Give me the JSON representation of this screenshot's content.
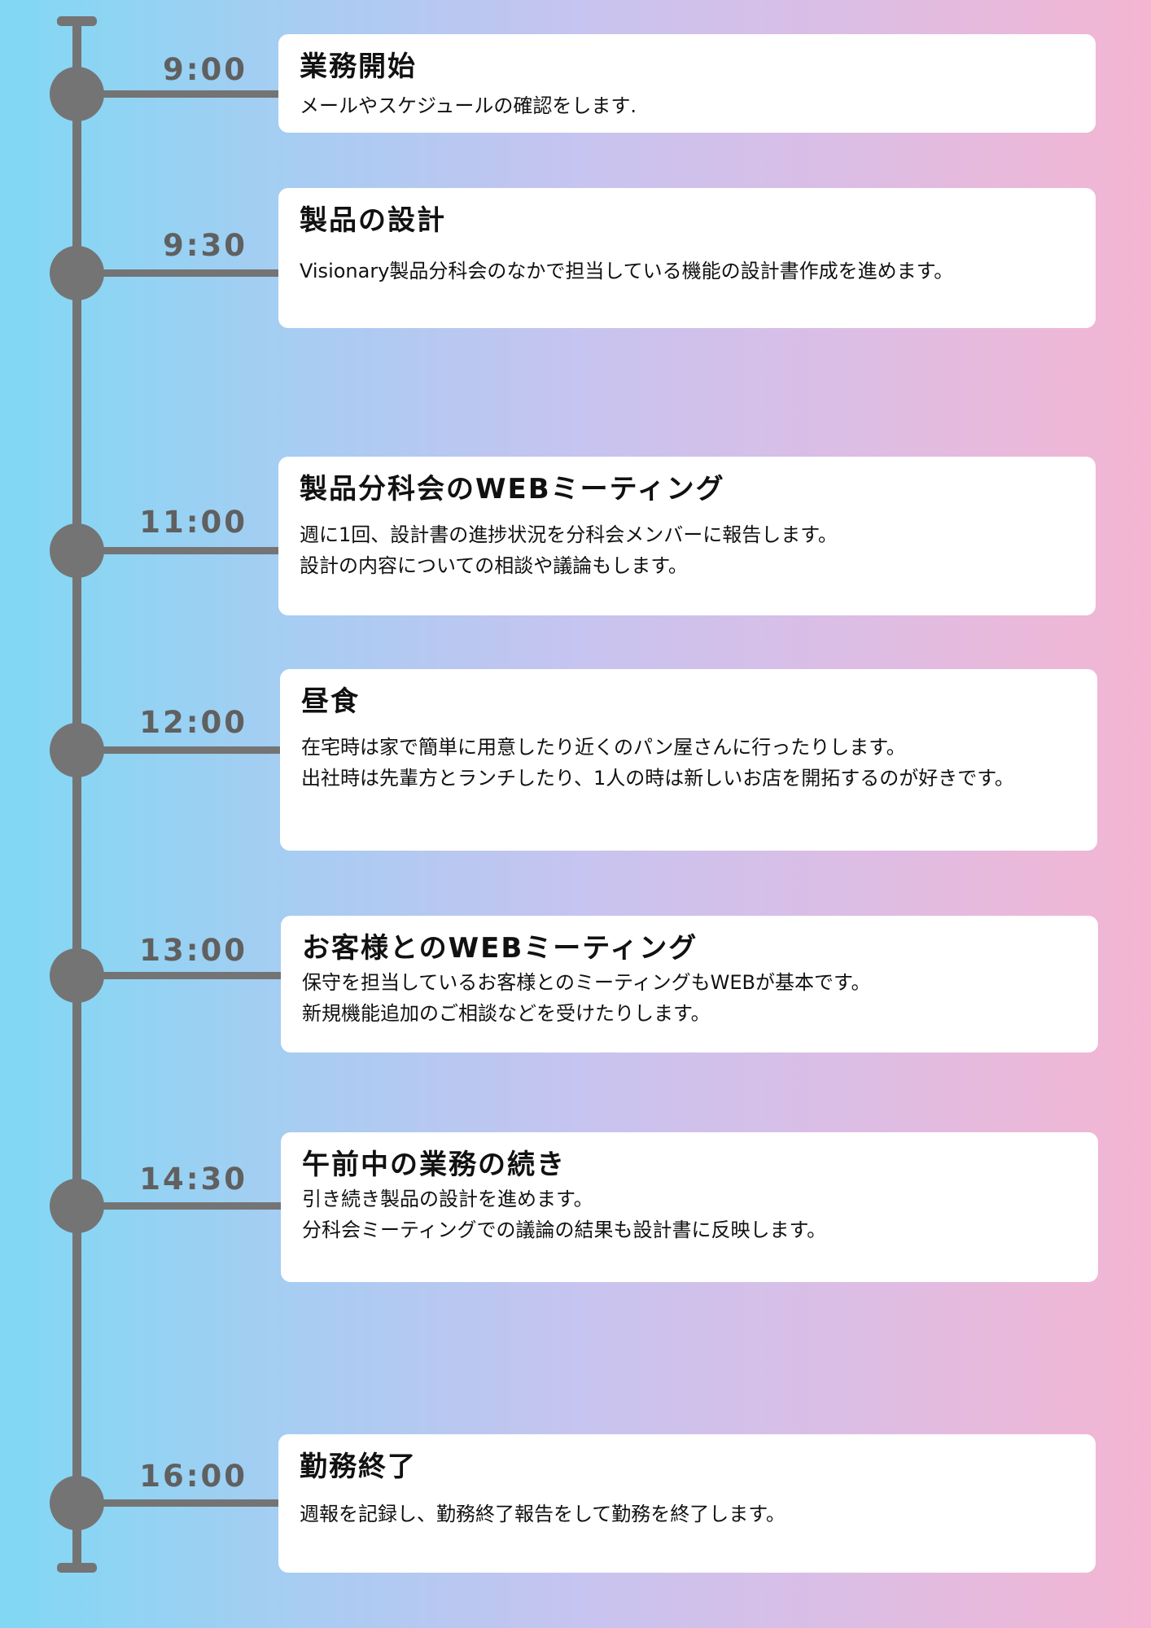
{
  "events": [
    {
      "time": "9:00",
      "title": "業務開始",
      "body": "メールやスケジュールの確認をします."
    },
    {
      "time": "9:30",
      "title": "製品の設計",
      "body": "Visionary製品分科会のなかで担当している機能の設計書作成を進めます。"
    },
    {
      "time": "11:00",
      "title": "製品分科会のWEBミーティング",
      "body": "週に1回、設計書の進捗状況を分科会メンバーに報告します。\n設計の内容についての相談や議論もします。"
    },
    {
      "time": "12:00",
      "title": "昼食",
      "body": "在宅時は家で簡単に用意したり近くのパン屋さんに行ったりします。\n出社時は先輩方とランチしたり、1人の時は新しいお店を開拓するのが好きです。"
    },
    {
      "time": "13:00",
      "title": "お客様とのWEBミーティング",
      "body": "保守を担当しているお客様とのミーティングもWEBが基本です。\n新規機能追加のご相談などを受けたりします。"
    },
    {
      "time": "14:30",
      "title": "午前中の業務の続き",
      "body": "引き続き製品の設計を進めます。\n分科会ミーティングでの議論の結果も設計書に反映します。"
    },
    {
      "time": "16:00",
      "title": "勤務終了",
      "body": "週報を記録し、勤務終了報告をして勤務を終了します。"
    }
  ]
}
